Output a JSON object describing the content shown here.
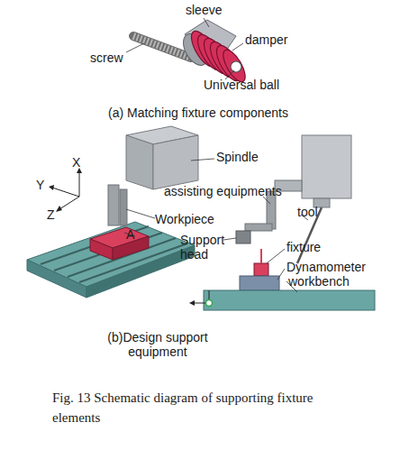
{
  "diagram": {
    "caption": "Fig. 13 Schematic diagram of supporting fixture elements",
    "labels": [
      "sleeve",
      "damper",
      "screw",
      "Universal ball",
      "(a) Matching fixture components",
      "Spindle",
      "X",
      "Y",
      "Z",
      "A",
      "assisting equipments",
      "tool",
      "Workpiece",
      "Support head",
      "fixture",
      "Dynamometer",
      "workbench",
      "(b)Design support equipment"
    ]
  }
}
